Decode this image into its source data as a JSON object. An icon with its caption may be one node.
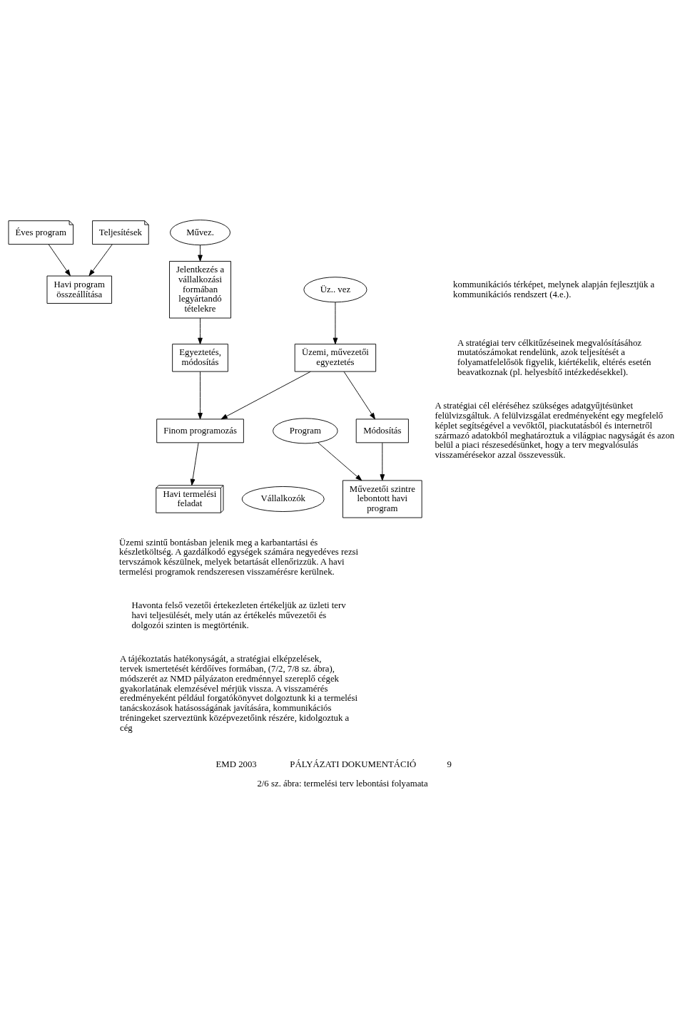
{
  "diagram": {
    "caption": "2/6 sz. ábra: termelési terv lebontási folyamata",
    "nodes": [
      {
        "text": [
          "Éves program"
        ]
      },
      {
        "text": [
          "Havi program összeállítása"
        ]
      },
      {
        "text": [
          "Program"
        ]
      },
      {
        "text": [
          "Teljesítések"
        ]
      },
      {
        "text": [
          "Művezetői szintre lebontott havi program"
        ]
      },
      {
        "text": [
          "Üz.. vez"
        ]
      },
      {
        "text": [
          "Módosítás"
        ]
      },
      {
        "text": [
          "Üzemi, művezetői egyeztetés"
        ]
      },
      {
        "text": [
          "Finom programozás"
        ]
      },
      {
        "text": [
          "Művez."
        ]
      },
      {
        "text": [
          "Egyeztetés, módosítás"
        ]
      },
      {
        "text": [
          "Jelentkezés a vállalkozási formában legyártandó tételekre"
        ]
      },
      {
        "text": [
          "Vállalkozók"
        ]
      },
      {
        "text": [
          "Havi termelési feladat"
        ]
      }
    ],
    "edges": [
      {
        "from": 0,
        "to": 1,
        "arrow": "to"
      },
      {
        "from": 3,
        "to": 1,
        "arrow": "to"
      },
      {
        "from": 2,
        "to": 4,
        "arrow": "to"
      },
      {
        "from": 6,
        "to": 4,
        "arrow": "to"
      },
      {
        "from": 5,
        "to": 7,
        "arrow": "to"
      },
      {
        "from": 7,
        "to": 6,
        "arrow": "to"
      },
      {
        "from": 7,
        "to": 8,
        "arrow": "to"
      },
      {
        "from": 10,
        "to": 8,
        "arrow": "to"
      },
      {
        "from": 8,
        "to": 13,
        "arrow": "to"
      },
      {
        "from": 9,
        "to": 11,
        "arrow": "to"
      },
      {
        "from": 11,
        "to": 10,
        "arrow": "to"
      }
    ],
    "labels": [
      "kommunikációs térképet, melynek alapján fejlesztjük a kommunikációs rendszert (4.e.).",
      "A stratégiai terv célkitűzéseinek megvalósításához mutatószámokat rendelünk, azok teljesítését a folyamatfelelősök figyelik, kiértékelik, eltérés esetén beavatkoznak (pl. helyesbítő intézkedésekkel).",
      "A stratégiai cél eléréséhez szükséges adatgyűjtésünket felülvizsgáltuk. A felülvizsgálat eredményeként egy megfelelő képlet segítségével a vevőktől, piackutatásból és internetről származó adatokból meghatároztuk a világpiac nagyságát és azon belül a piaci részesedésünket, hogy a terv megvalósulás visszamérésekor azzal összevessük.",
      "Üzemi szintű bontásban jelenik meg a karbantartási és készletköltség. A gazdálkodó egységek számára negyedéves rezsi tervszámok készülnek, melyek betartását ellenőrizzük. A havi termelési programok rendszeresen visszamérésre kerülnek.",
      "Havonta felső vezetői értekezleten értékeljük az üzleti terv havi teljesülését, mely után az értékelés művezetői és dolgozói szinten is megtörténik.",
      "A tájékoztatás hatékonyságát, a stratégiai elképzelések, tervek ismertetését kérdőíves formában, (7/2, 7/8 sz. ábra), módszerét az NMD pályázaton eredménnyel szereplő cégek gyakorlatának elemzésével mérjük vissza. A visszamérés eredményeként például forgatókönyvet dolgoztunk ki a termelési tanácskozások hatásosságának javítására, kommunikációs tréningeket szerveztünk középvezetőink részére, kidolgoztuk a cég",
      "EMD 2003",
      "PÁLYÁZATI DOKUMENTÁCIÓ",
      "9"
    ]
  }
}
